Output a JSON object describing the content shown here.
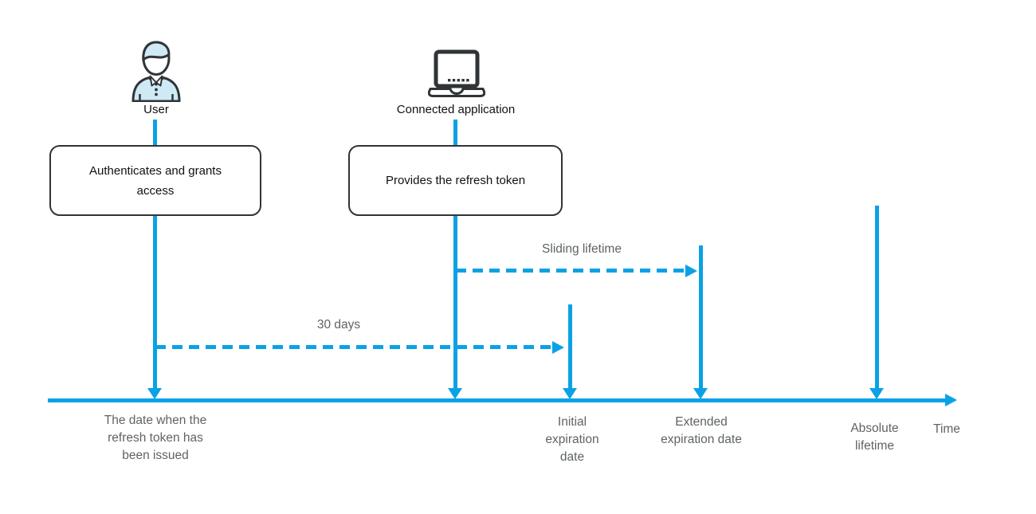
{
  "actors": {
    "user": {
      "label": "User",
      "icon": "person-icon"
    },
    "app": {
      "label": "Connected application",
      "icon": "laptop-icon"
    }
  },
  "boxes": {
    "authenticate": {
      "label": "Authenticates and grants access"
    },
    "provide": {
      "label": "Provides the refresh token"
    }
  },
  "durations": {
    "thirty_days": {
      "label": "30 days"
    },
    "sliding": {
      "label": "Sliding lifetime"
    }
  },
  "timeline": {
    "axis_label": "Time",
    "markers": {
      "issued": {
        "label": "The date when the refresh token has been issued"
      },
      "initial": {
        "label": "Initial expiration date"
      },
      "extended": {
        "label": "Extended expiration date"
      },
      "absolute": {
        "label": "Absolute lifetime"
      }
    }
  },
  "colors": {
    "accent_blue": "#0aa2e5",
    "outline_dark": "#2f3437",
    "label_gray": "#5e6366",
    "icon_fill_blue": "#cfe9f5",
    "background": "#ffffff"
  }
}
